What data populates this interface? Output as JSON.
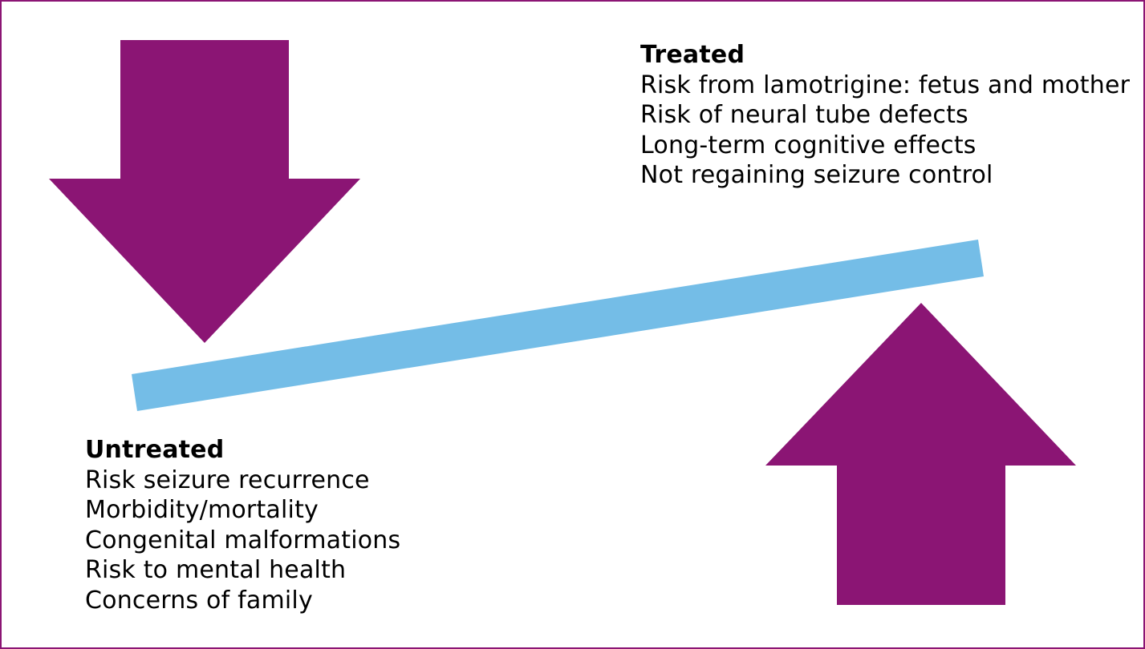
{
  "colors": {
    "frame": "#8b1574",
    "arrow": "#8b1574",
    "beam": "#74bde7",
    "text": "#000000"
  },
  "treated": {
    "title": "Treated",
    "items": [
      "Risk from lamotrigine: fetus and mother",
      "Risk of neural tube defects",
      "Long-term cognitive effects",
      "Not regaining seizure control"
    ]
  },
  "untreated": {
    "title": "Untreated",
    "items": [
      "Risk seizure recurrence",
      "Morbidity/mortality",
      "Congenital malformations",
      "Risk to mental health",
      "Concerns of family"
    ]
  }
}
